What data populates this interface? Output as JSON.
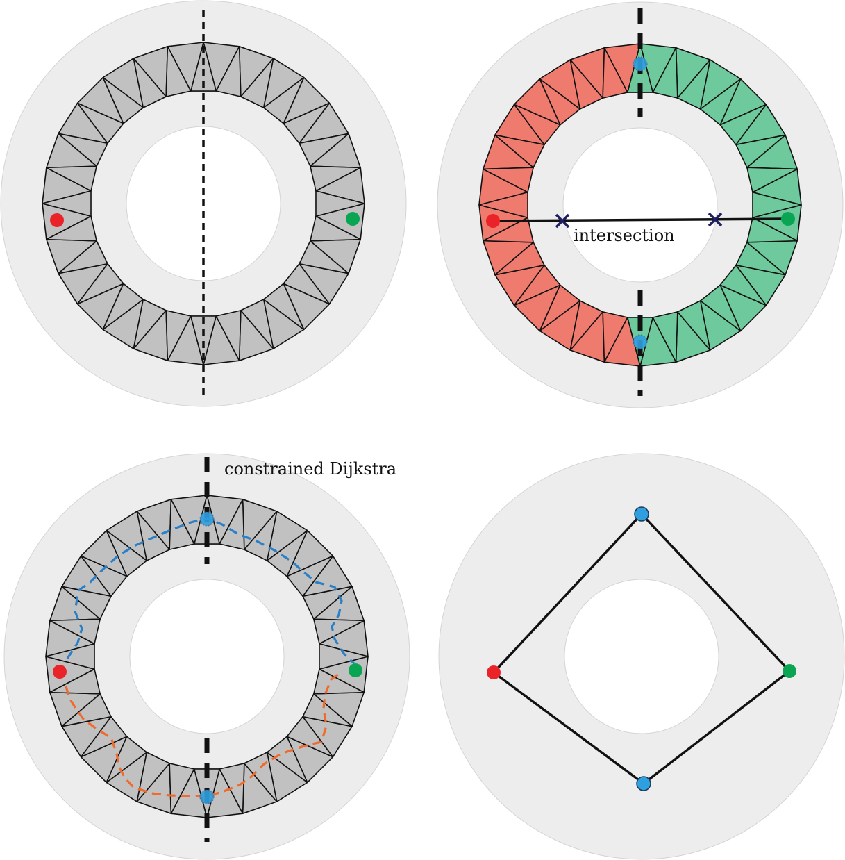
{
  "labels": {
    "intersection": "intersection",
    "constrained_dijkstra": "constrained Dijkstra"
  },
  "colors": {
    "background_disk": "#ecedec",
    "mesh_fill": "#c1c1c1",
    "mesh_edge": "#111111",
    "left_region": "#ef7b6f",
    "right_region": "#6ec99c",
    "red_point": "#ea2328",
    "green_point": "#0aa552",
    "blue_point": "#2f9fdf",
    "dijkstra_upper_path": "#2a7fc6",
    "dijkstra_lower_path": "#ef6a2c",
    "cross_marker": "#1f1f5f",
    "cut_line": "#111111"
  },
  "icons": {
    "cross_marker": "x-mark",
    "cut_marker": "dashed-line"
  },
  "panels": [
    "mesh with vertical cut",
    "cut-partitioned mesh with intersections",
    "constrained Dijkstra paths",
    "resulting graph"
  ]
}
